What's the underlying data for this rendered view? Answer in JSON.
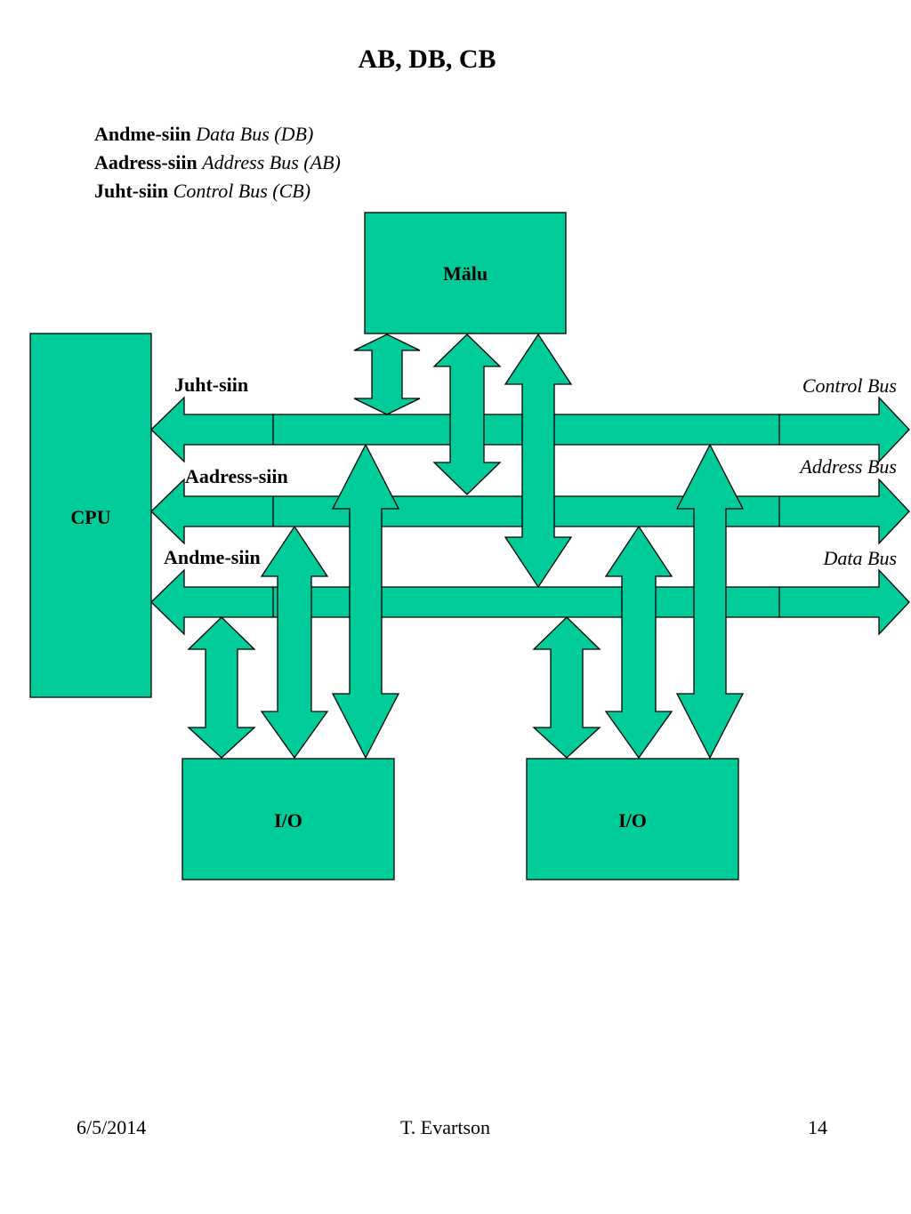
{
  "title": "AB, DB, CB",
  "legend": [
    {
      "term": "Andme-siin",
      "translation": "Data Bus (DB)"
    },
    {
      "term": "Aadress-siin",
      "translation": "Address Bus (AB)"
    },
    {
      "term": "Juht-siin",
      "translation": "Control Bus (CB)"
    }
  ],
  "blocks": {
    "memory": "Mälu",
    "cpu": "CPU",
    "io_left": "I/O",
    "io_right": "I/O"
  },
  "bus_labels": {
    "control_et": "Juht-siin",
    "address_et": "Aadress-siin",
    "data_et": "Andme-siin",
    "control_en": "Control Bus",
    "address_en": "Address Bus",
    "data_en": "Data Bus"
  },
  "colors": {
    "fill": "#00cc99",
    "stroke": "#000000"
  },
  "footer": {
    "date": "6/5/2014",
    "author": "T. Evartson",
    "page": "14"
  }
}
